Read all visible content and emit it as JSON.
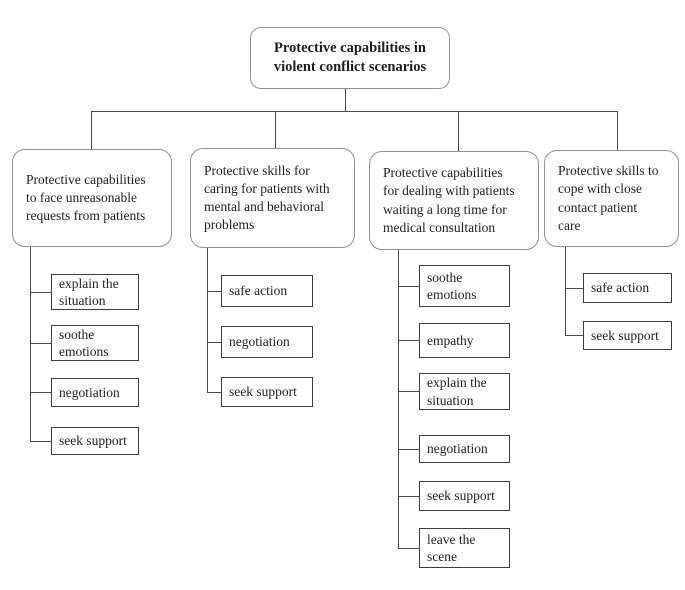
{
  "diagram": {
    "title": "Protective capabilities hierarchy",
    "root": {
      "label": "Protective capabilities in\nviolent conflict scenarios"
    },
    "branches": [
      {
        "label": "Protective capabilities\nto face unreasonable\nrequests from patients",
        "children": [
          "explain the\nsituation",
          "soothe\nemotions",
          "negotiation",
          "seek support"
        ]
      },
      {
        "label": "Protective skills for\ncaring for patients with\nmental and behavioral\nproblems",
        "children": [
          "safe action",
          "negotiation",
          "seek support"
        ]
      },
      {
        "label": "Protective capabilities\nfor dealing with patients\nwaiting a long time for\nmedical consultation",
        "children": [
          "soothe\nemotions",
          "empathy",
          "explain the\nsituation",
          "negotiation",
          "seek support",
          "leave the\nscene"
        ]
      },
      {
        "label": "Protective skills to\ncope with close\ncontact patient\ncare",
        "children": [
          "safe action",
          "seek support"
        ]
      }
    ]
  },
  "colors": {
    "background": "#ffffff",
    "line": "#4a4a4a",
    "rounded_border": "#929292",
    "leaf_border": "#3d3d3d",
    "text": "#1f1f1f"
  }
}
